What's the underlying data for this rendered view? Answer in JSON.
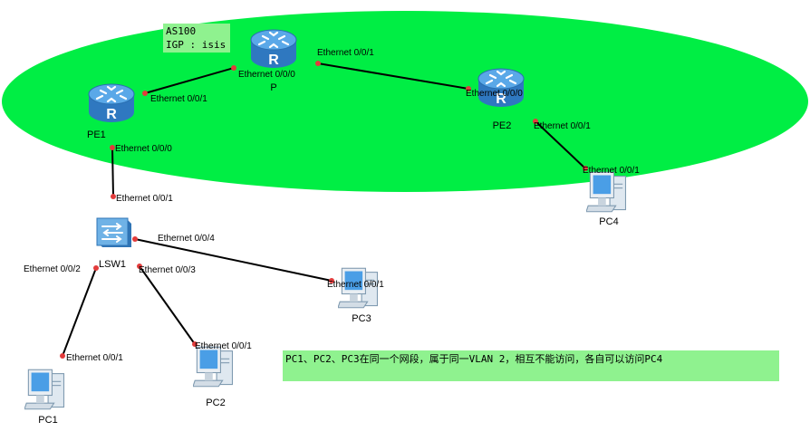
{
  "colors": {
    "as_area": "#00ee44",
    "as_label_box": "#8ff28f",
    "note_box": "#8ff28f",
    "link": "#000000",
    "port_dot": "#e23b3b",
    "router": "#3b8fd6",
    "router_dark": "#1f5f9e",
    "switch": "#6fb2e6",
    "switch_dark": "#2f74b5",
    "pc": "#5aa4e0"
  },
  "as_label": {
    "line1": "AS100",
    "line2": "IGP : isis"
  },
  "note": "PC1、PC2、PC3在同一个网段，属于同一VLAN 2，相互不能访问，各自可以访问PC4",
  "nodes": {
    "pe1": {
      "label": "PE1",
      "icon": "router-icon"
    },
    "p": {
      "label": "P",
      "icon": "router-icon"
    },
    "pe2": {
      "label": "PE2",
      "icon": "router-icon"
    },
    "lsw1": {
      "label": "LSW1",
      "icon": "switch-icon"
    },
    "pc1": {
      "label": "PC1",
      "icon": "pc-icon"
    },
    "pc2": {
      "label": "PC2",
      "icon": "pc-icon"
    },
    "pc3": {
      "label": "PC3",
      "icon": "pc-icon"
    },
    "pc4": {
      "label": "PC4",
      "icon": "pc-icon"
    }
  },
  "ports": {
    "pe1_p_pe1": "Ethernet 0/0/1",
    "pe1_p_p": "Ethernet 0/0/0",
    "p_pe2_p": "Ethernet 0/0/1",
    "p_pe2_pe2": "Ethernet 0/0/0",
    "pe2_pc4_pe2": "Ethernet 0/0/1",
    "pe2_pc4_pc4": "Ethernet 0/0/1",
    "pe1_lsw1_pe1": "Ethernet 0/0/0",
    "pe1_lsw1_lsw1": "Ethernet 0/0/1",
    "lsw1_pc1_lsw1": "Ethernet 0/0/2",
    "lsw1_pc1_pc1": "Ethernet 0/0/1",
    "lsw1_pc2_lsw1": "Ethernet 0/0/3",
    "lsw1_pc2_pc2": "Ethernet 0/0/1",
    "lsw1_pc3_lsw1": "Ethernet 0/0/4",
    "lsw1_pc3_pc3": "Ethernet 0/0/1"
  }
}
